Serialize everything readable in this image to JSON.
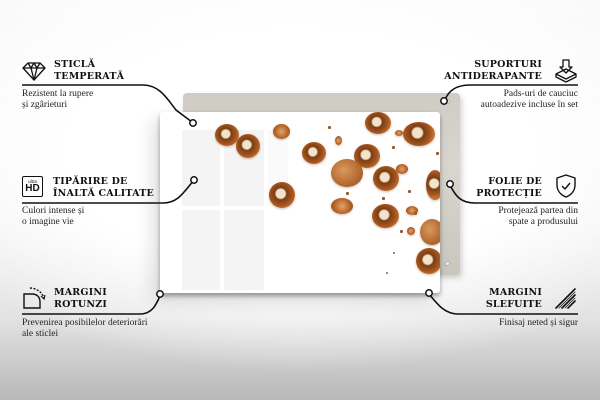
{
  "features": {
    "tempered_glass": {
      "icon": "diamond-icon",
      "title_line1": "Sticlă",
      "title_line2": "temperată",
      "desc_line1": "Rezistent la rupere",
      "desc_line2": "și zgârieturi"
    },
    "hd_print": {
      "icon": "ultra-hd-icon",
      "icon_small_text": "ultra",
      "icon_big_text": "HD",
      "title_line1": "Tipărire de",
      "title_line2": "înaltă calitate",
      "desc_line1": "Culori intense și",
      "desc_line2": "o imagine vie"
    },
    "rounded_edges": {
      "icon": "rounded-corner-icon",
      "title_line1": "Margini",
      "title_line2": "rotunzi",
      "desc_line1": "Prevenirea posibilelor deteriorări",
      "desc_line2": "ale sticlei"
    },
    "non_slip": {
      "icon": "pressure-pad-icon",
      "title_line1": "Suporturi",
      "title_line2": "antiderapante",
      "desc_line1": "Pads-uri de cauciuc",
      "desc_line2": "autoadezive incluse în set"
    },
    "protective_film": {
      "icon": "shield-check-icon",
      "title_line1": "Folie de",
      "title_line2": "protecție",
      "desc_line1": "Protejează partea din",
      "desc_line2": "spate a produsului"
    },
    "polished_edges": {
      "icon": "polished-edge-icon",
      "title_line1": "Margini",
      "title_line2": "slefuite",
      "desc_line1": "Finisaj neted și sigur"
    }
  },
  "product": {
    "image_subject": "walnuts-scattered-on-white",
    "back_panel_color": "#d2cfc7",
    "glass_color": "#ffffff",
    "accent_nut_color": "#b8662b"
  },
  "colors": {
    "line": "#111111",
    "background_top": "#fafafa",
    "background_bottom": "#b8b8b8"
  }
}
